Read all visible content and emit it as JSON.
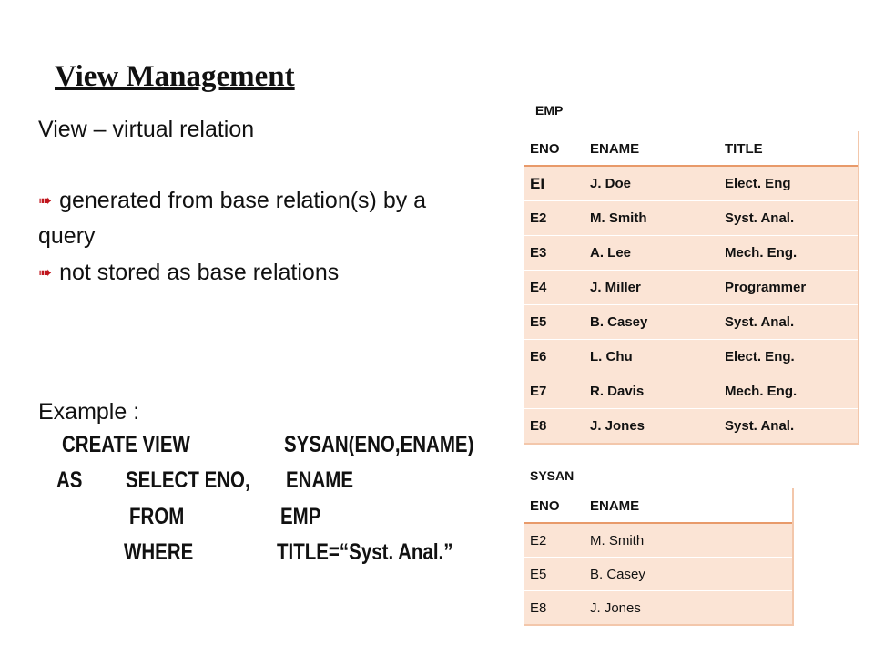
{
  "slide": {
    "title": "View Management",
    "line1": "View – virtual relation",
    "bullet1a": "generated from base relation(s) by a",
    "bullet1b": "query",
    "bullet2": "not stored as base relations",
    "example_label": "Example :",
    "code": {
      "l1a": "CREATE VIEW",
      "l1b": "SYSAN(ENO,ENAME)",
      "l2a": "AS",
      "l2b": "SELECT ENO,",
      "l2c": "ENAME",
      "l3a": "FROM",
      "l3b": "EMP",
      "l4a": "WHERE",
      "l4b": "TITLE=“Syst. Anal.”"
    },
    "bullet_icon": "arrow-bullet-icon",
    "accent_color": "#e89a6a",
    "row_fill_color": "#fbe4d5"
  },
  "emp": {
    "caption": "EMP",
    "headers": [
      "ENO",
      "ENAME",
      "TITLE"
    ],
    "rows": [
      [
        "EI",
        "J. Doe",
        "Elect. Eng"
      ],
      [
        "E2",
        "M. Smith",
        "Syst. Anal."
      ],
      [
        "E3",
        "A. Lee",
        "Mech. Eng."
      ],
      [
        "E4",
        "J. Miller",
        "Programmer"
      ],
      [
        "E5",
        "B. Casey",
        "Syst. Anal."
      ],
      [
        "E6",
        "L. Chu",
        "Elect. Eng."
      ],
      [
        "E7",
        "R. Davis",
        "Mech. Eng."
      ],
      [
        "E8",
        "J. Jones",
        "Syst. Anal."
      ]
    ]
  },
  "sysan": {
    "caption": "SYSAN",
    "headers": [
      "ENO",
      "ENAME"
    ],
    "rows": [
      [
        "E2",
        "M. Smith"
      ],
      [
        "E5",
        "B. Casey"
      ],
      [
        "E8",
        "J. Jones"
      ]
    ]
  }
}
